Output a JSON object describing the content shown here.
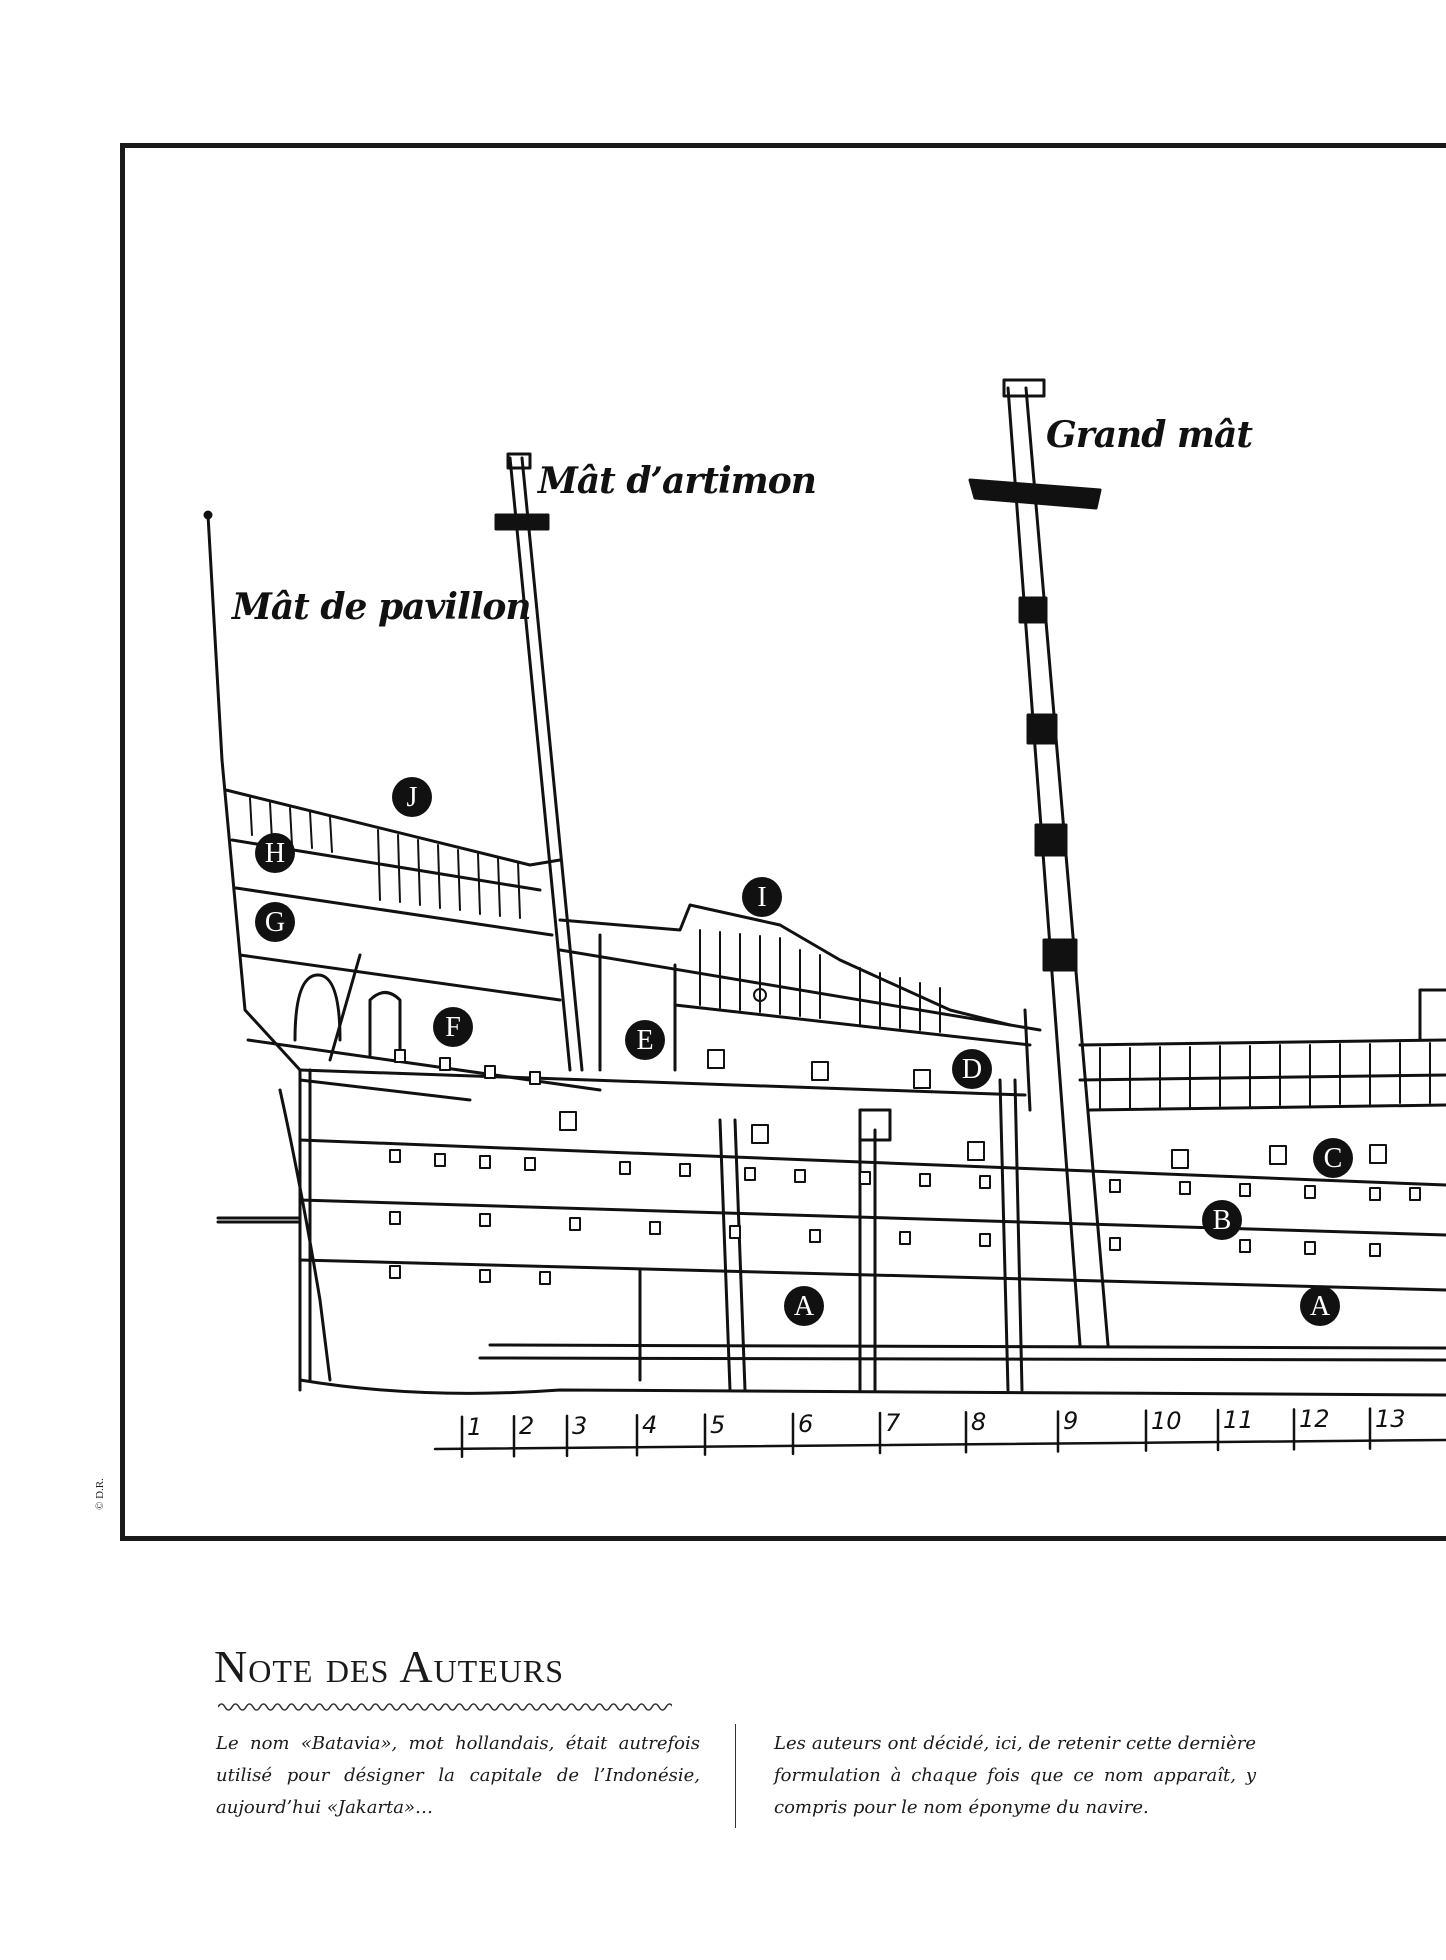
{
  "diagram": {
    "mast_labels": {
      "flag_mast": "Mât de pavillon",
      "mizzen_mast": "Mât d’artimon",
      "main_mast": "Grand mât"
    },
    "section_markers": [
      "A",
      "A",
      "B",
      "C",
      "D",
      "E",
      "F",
      "G",
      "H",
      "I",
      "J"
    ],
    "markers": {
      "a1": "A",
      "a2": "A",
      "b": "B",
      "c": "C",
      "d": "D",
      "e": "E",
      "f": "F",
      "g": "G",
      "h": "H",
      "i": "I",
      "j": "J"
    },
    "scale_ticks": [
      "1",
      "2",
      "3",
      "4",
      "5",
      "6",
      "7",
      "8",
      "9",
      "10",
      "11",
      "12",
      "13"
    ],
    "credit": "© D.R."
  },
  "note": {
    "title": "Note des Auteurs",
    "left_text": "Le nom «Batavia», mot hollandais, était autrefois utilisé pour désigner la capitale de l’Indonésie, aujourd’hui «Jakarta»…",
    "right_text": "Les auteurs ont décidé, ici, de retenir cette dernière formulation à chaque fois que ce nom apparaît, y compris pour le nom éponyme du navire."
  }
}
